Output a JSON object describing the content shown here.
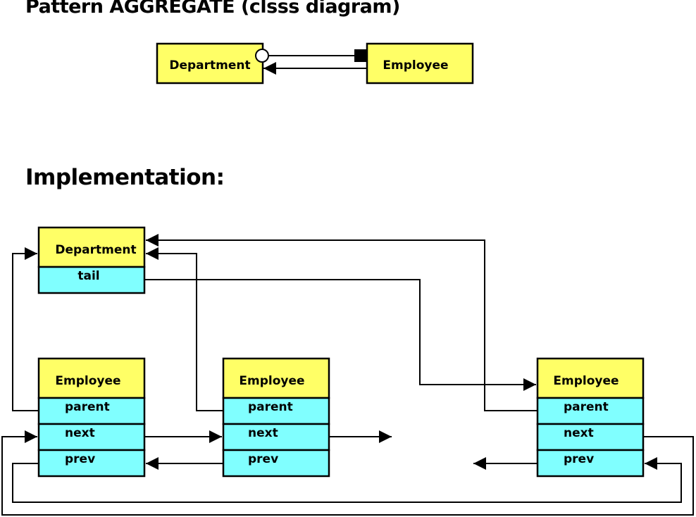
{
  "headings": {
    "class_diagram": "Pattern AGGREGATE (clsss diagram)",
    "implementation": "Implementation:"
  },
  "class_diagram": {
    "department": "Department",
    "employee": "Employee"
  },
  "implementation": {
    "department": {
      "name": "Department",
      "field": "tail"
    },
    "employees": [
      {
        "name": "Employee",
        "fields": [
          "parent",
          "next",
          "prev"
        ]
      },
      {
        "name": "Employee",
        "fields": [
          "parent",
          "next",
          "prev"
        ]
      },
      {
        "name": "Employee",
        "fields": [
          "parent",
          "next",
          "prev"
        ]
      }
    ]
  },
  "colors": {
    "header_fill": "#ffff66",
    "field_fill": "#80ffff",
    "line": "#000000"
  }
}
